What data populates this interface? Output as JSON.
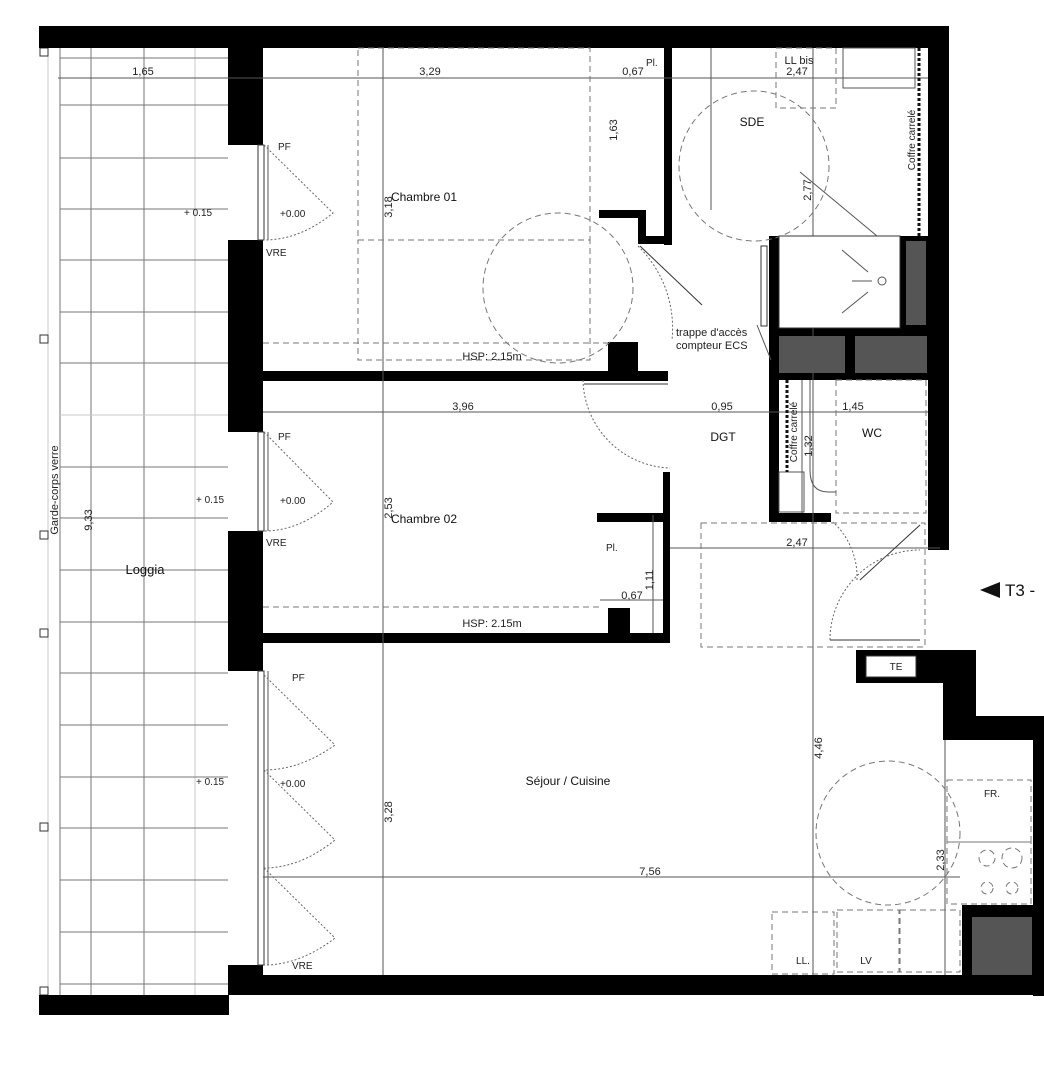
{
  "plan": {
    "unit_marker": "T3 -",
    "rooms": {
      "loggia": "Loggia",
      "chambre01": "Chambre 01",
      "chambre02": "Chambre 02",
      "sde": "SDE",
      "dgt": "DGT",
      "wc": "WC",
      "sejour": "Séjour / Cuisine"
    },
    "labels": {
      "garde_corps": "Garde-corps verre",
      "pl_top": "Pl.",
      "pl_ch2": "Pl.",
      "ll_bis": "LL bis",
      "coffre_sde": "Coffre carrelé",
      "coffre_wc": "Coffre carrelé",
      "trappe_line1": "trappe d'accès",
      "trappe_line2": "compteur ECS",
      "hsp_ch1": "HSP: 2.15m",
      "hsp_ch2": "HSP: 2.15m",
      "te": "TE",
      "fr": "FR.",
      "ll": "LL.",
      "lv": "LV",
      "pf_1": "PF",
      "vre_1": "VRE",
      "pf_2": "PF",
      "vre_2": "VRE",
      "pf_3": "PF",
      "vre_3": "VRE",
      "level_in_1": "+0.00",
      "level_in_2": "+0.00",
      "level_in_3": "+0.00",
      "level_out_1": "+ 0.15",
      "level_out_2": "+ 0.15",
      "level_out_3": "+ 0.15"
    },
    "dimensions": {
      "loggia_width": "1,65",
      "loggia_length": "9,33",
      "ch1_width": "3,29",
      "ch1_depth": "3,18",
      "pl_top_width": "0,67",
      "pl_top_depth": "1,63",
      "sde_width": "2,47",
      "sde_depth": "2,77",
      "ch2_width": "3,96",
      "ch2_depth": "2,53",
      "dgt_width": "0,95",
      "wc_width": "1,45",
      "wc_depth": "1,32",
      "pl_ch2_width": "0,67",
      "pl_ch2_depth": "1,11",
      "entry_width": "2,47",
      "sejour_depth": "3,28",
      "sejour_width": "7,56",
      "kitchen_depth": "4,46",
      "kitchen_width": "2,33"
    }
  }
}
